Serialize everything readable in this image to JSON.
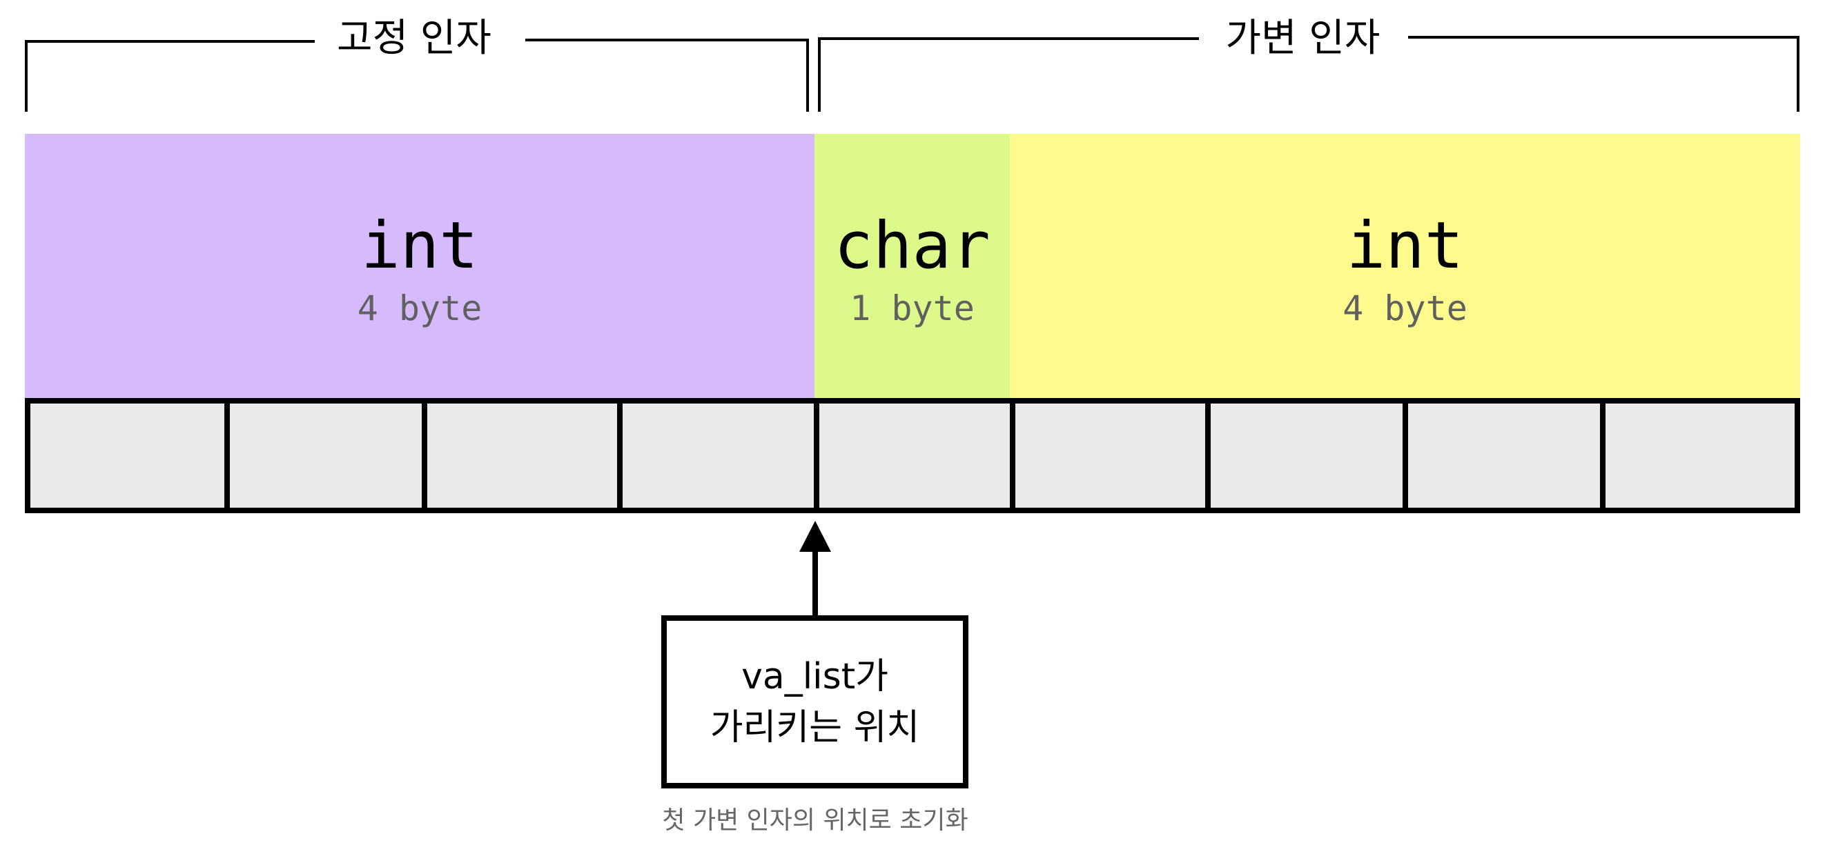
{
  "brackets": {
    "fixed": {
      "label": "고정 인자"
    },
    "variadic": {
      "label": "가변 인자"
    }
  },
  "blocks": [
    {
      "type": "int",
      "size": "4 byte",
      "color": "#d6bbfc",
      "group": "fixed"
    },
    {
      "type": "char",
      "size": "1 byte",
      "color": "#ddf98b",
      "group": "variadic"
    },
    {
      "type": "int",
      "size": "4 byte",
      "color": "#fdfb8d",
      "group": "variadic"
    }
  ],
  "memory_cells": {
    "count": 9,
    "color": "#eaeaea",
    "border_color": "#000000"
  },
  "pointer": {
    "label_line1": "va_list가",
    "label_line2": "가리키는 위치",
    "caption": "첫 가변 인자의 위치로 초기화"
  }
}
